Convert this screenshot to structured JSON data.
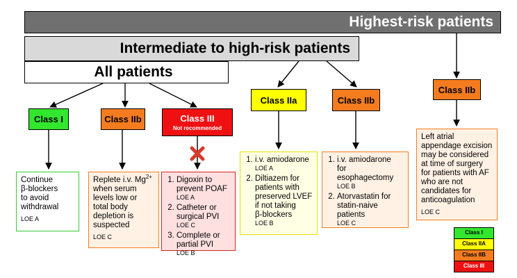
{
  "tiers": {
    "highest": "Highest-risk patients",
    "intermediate": "Intermediate to high-risk patients",
    "all": "All patients"
  },
  "classes": {
    "class_i": {
      "label": "Class I"
    },
    "class_iib_mg": {
      "label": "Class IIb"
    },
    "class_iii": {
      "label": "Class III",
      "sublabel": "Not recommended"
    },
    "class_iia": {
      "label": "Class IIa"
    },
    "class_iib_inter": {
      "label": "Class IIb"
    },
    "class_iib_high": {
      "label": "Class IIb"
    }
  },
  "boxes": {
    "beta_blockers": {
      "text": "Continue\nβ-blockers\nto avoid\nwithdrawal",
      "loe": "LOE  A"
    },
    "magnesium": {
      "text_before": "Replete i.v. Mg",
      "superscript": "2+",
      "text_after": "when serum\nlevels low or\ntotal body\ndepletion is\nsuspected",
      "loe": "LOE  C"
    },
    "not_recommended": {
      "items": [
        {
          "text": "Digoxin to\nprevent POAF",
          "loe": "LOE  A"
        },
        {
          "text": "Catheter or\nsurgical PVI",
          "loe": "LOE  C"
        },
        {
          "text": "Complete or\npartial PVI",
          "loe": "LOE  B"
        }
      ]
    },
    "amiodarone_diltiazem": {
      "items": [
        {
          "text": "i.v. amiodarone",
          "loe": "LOE  A"
        },
        {
          "text": "Diltiazem for\npatients with\npreserved LVEF\nif not taking\nβ-blockers",
          "loe": "LOE  B"
        }
      ]
    },
    "esophagectomy_statin": {
      "items": [
        {
          "text": "i.v. amiodarone\nfor esophagectomy",
          "loe": "LOE  B"
        },
        {
          "text": "Atorvastatin for\nstatin-naive\npatients",
          "loe": "LOE  C"
        }
      ]
    },
    "appendage": {
      "text": "Left atrial\nappendage excision\nmay be considered\nat time of surgery\nfor patients with AF\nwho are not\ncandidates for\nanticoagulation",
      "loe": "LOE  C"
    }
  },
  "legend": [
    {
      "label": "Class I",
      "color": "#33e62e",
      "text_color": "#000000"
    },
    {
      "label": "Class IIA",
      "color": "#ffff00",
      "text_color": "#000000"
    },
    {
      "label": "Class IIB",
      "color": "#f47c1f",
      "text_color": "#000000"
    },
    {
      "label": "Class III",
      "color": "#ef1111",
      "text_color": "#ffffff"
    }
  ],
  "icons": {
    "not_recommended_mark": "x-mark-icon"
  }
}
